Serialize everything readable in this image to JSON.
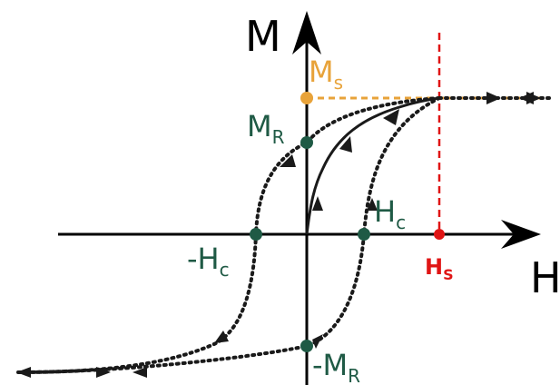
{
  "labels": {
    "m_axis": "M",
    "h_axis": "H",
    "ms": {
      "main": "M",
      "sub": "s"
    },
    "mr": {
      "main": "M",
      "sub": "R"
    },
    "neg_mr": {
      "main": "-M",
      "sub": "R"
    },
    "hc": {
      "main": "H",
      "sub": "c"
    },
    "neg_hc": {
      "main": "-H",
      "sub": "c"
    },
    "hs": {
      "main": "H",
      "sub": "S"
    }
  },
  "colors": {
    "axis": "#000000",
    "curve": "#1a1a1a",
    "point": "#1f5a45",
    "saturation_magnetization": "#e8a33a",
    "saturation_field": "#e01515"
  }
}
